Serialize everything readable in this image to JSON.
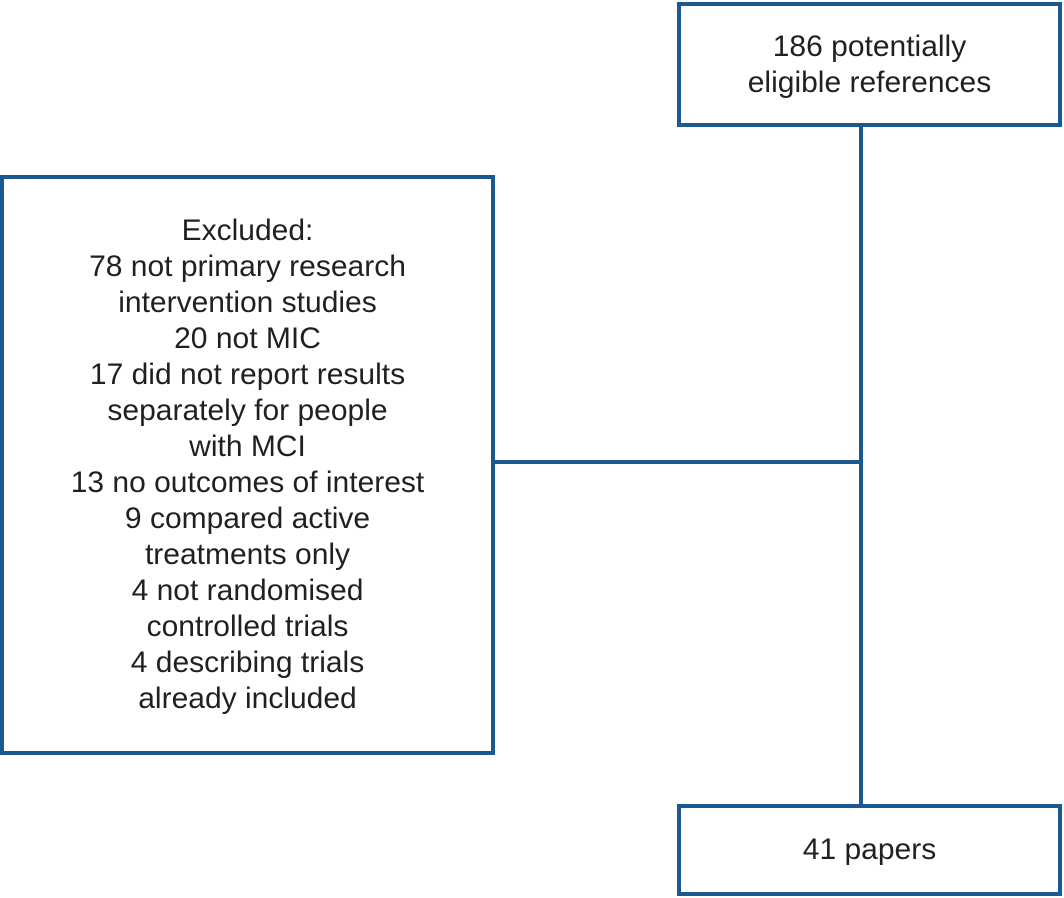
{
  "top_box": {
    "lines": [
      "186 potentially",
      "eligible references"
    ]
  },
  "excluded_box": {
    "lines": [
      "Excluded:",
      "78 not primary research",
      "intervention studies",
      "20 not MIC",
      "17 did not report results",
      "separately for people",
      "with MCI",
      "13 no outcomes of interest",
      "9 compared active",
      "treatments only",
      "4 not randomised",
      "controlled trials",
      "4 describing trials",
      "already included"
    ]
  },
  "bottom_box": {
    "lines": [
      "41 papers"
    ]
  },
  "colors": {
    "border": "#1a5a91",
    "text": "#231f20"
  }
}
